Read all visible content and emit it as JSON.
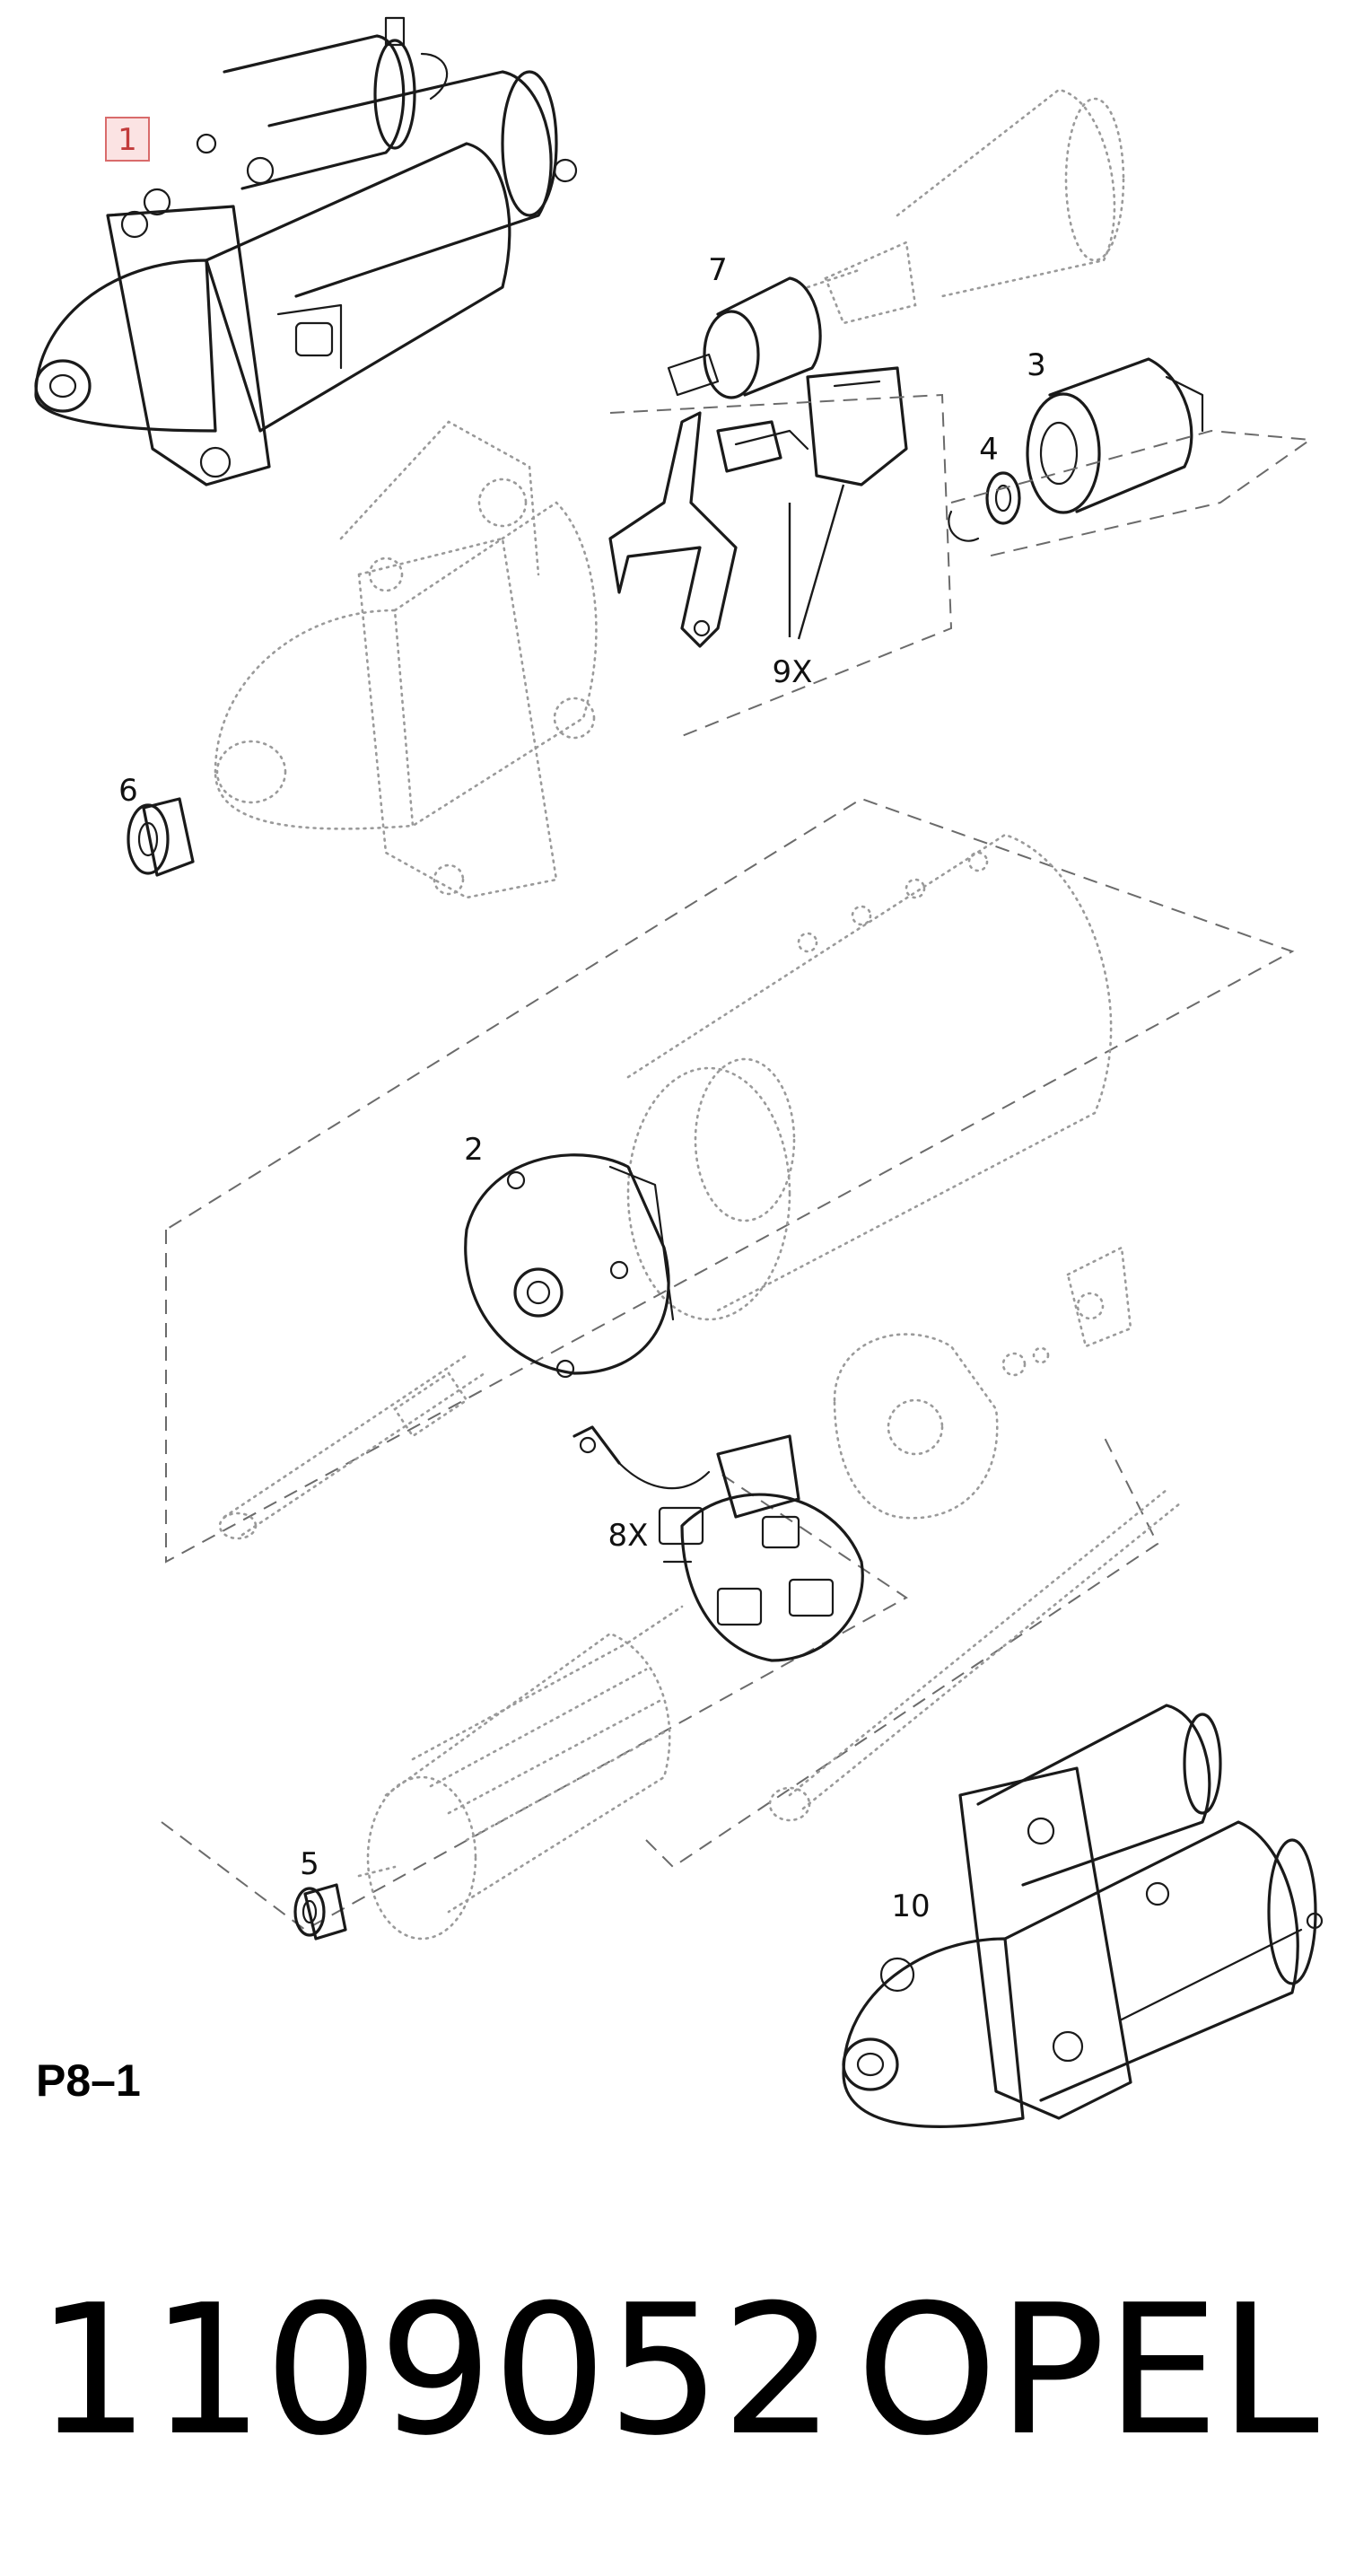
{
  "callouts": {
    "part_1": "1",
    "part_2": "2",
    "part_3": "3",
    "part_4": "4",
    "part_5": "5",
    "part_6": "6",
    "part_7": "7",
    "part_8": "8X",
    "part_9": "9X",
    "part_10": "10"
  },
  "figure_code": "P8–1",
  "footer": {
    "part_number": "1109052",
    "brand": "OPEL"
  },
  "colors": {
    "ink": "#1a1a1a",
    "ghost": "#9a9a9a",
    "highlight_box_border": "#d96b6b",
    "highlight_box_fill": "#fbe3e3"
  }
}
